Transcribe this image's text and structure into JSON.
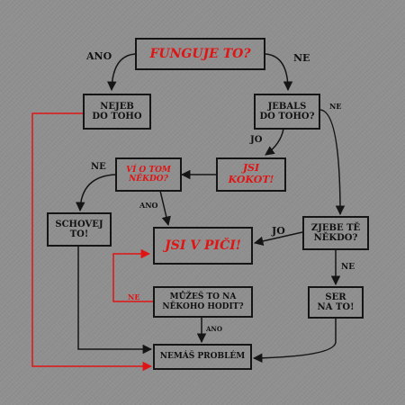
{
  "nodes": {
    "funguje": "FUNGUJE TO?",
    "nejeb": "NEJEB\nDO TOHO",
    "jebals": "JEBALS\nDO TOHO?",
    "vi": "VÍ O TOM\nNĚKDO?",
    "jsi_kokot": "JSI\nKOKOT!",
    "schovej": "SCHOVEJ\nTO!",
    "jsi_v_pici": "JSI V PIČI!",
    "zjebe": "ZJEBE TĚ\nNĚKDO?",
    "muzes": "MŮŽEŠ TO NA\nNĚKOHO HODIT?",
    "ser": "SER\nNA TO!",
    "nemas": "NEMÁŠ PROBLÉM"
  },
  "edges": {
    "ano_top": "ANO",
    "ne_top": "NE",
    "ne_jebals": "NE",
    "jo_jebals": "JO",
    "ne_vi": "NE",
    "ano_vi": "ANO",
    "jo_zjebe": "JO",
    "ne_zjebe": "NE",
    "ne_muzes": "NE",
    "ano_muzes": "ANO"
  },
  "colors": {
    "line": "#151515",
    "highlight": "#e11414",
    "background": "#8f8f8f"
  }
}
